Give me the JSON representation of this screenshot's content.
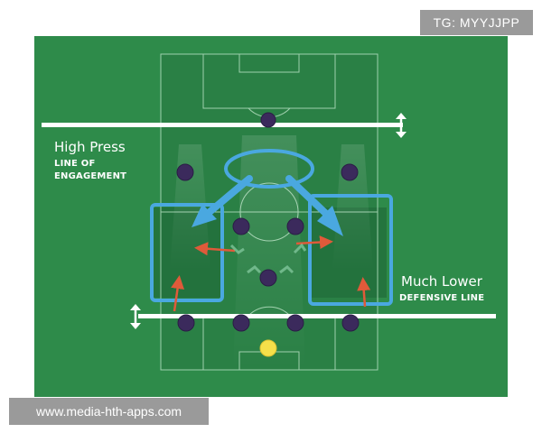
{
  "labels": {
    "high_press_title": "High Press",
    "high_press_sub_line1": "LINE OF",
    "high_press_sub_line2": "ENGAGEMENT",
    "low_line_title": "Much Lower",
    "low_line_sub": "DEFENSIVE LINE"
  },
  "watermarks": {
    "top": "TG: MYYJJPP",
    "bottom": "www.media-hth-apps.com"
  },
  "colors": {
    "pitch": "#2e8b4a",
    "pitch_line": "#9fd0ad",
    "team_player": "#3b2a5c",
    "goalkeeper": "#f5e04a",
    "arrow_blue": "#4aa8e0",
    "arrow_red": "#e05a3a",
    "marking": "#ffffff"
  }
}
